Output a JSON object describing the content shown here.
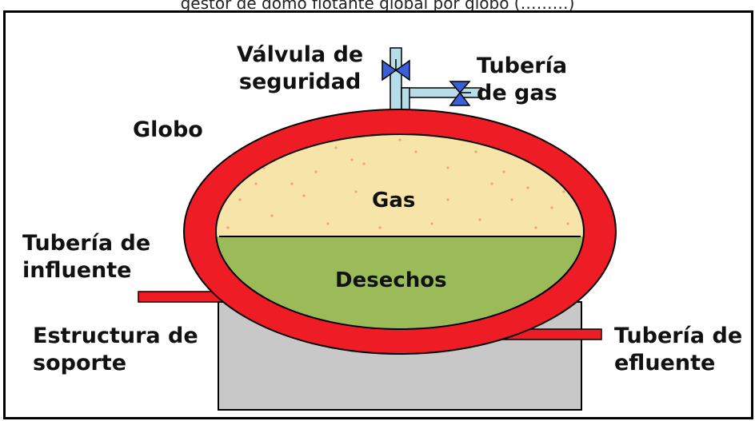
{
  "caption": "gestor de domo flotante global por globo (………)",
  "labels": {
    "valve": [
      "Válvula de",
      "seguridad"
    ],
    "gas_pipe": [
      "Tubería",
      "de gas"
    ],
    "balloon": "Globo",
    "gas": "Gas",
    "waste": "Desechos",
    "influent_pipe": [
      "Tubería de",
      "influente"
    ],
    "support": [
      "Estructura de",
      "soporte"
    ],
    "effluent_pipe": [
      "Tubería de",
      "efluente"
    ]
  },
  "colors": {
    "balloon_wall": "#ee1c24",
    "gas_fill": "#f7e4a8",
    "gas_dots": "#f2a27a",
    "waste_fill": "#9bbb59",
    "support": "#c8c8c8",
    "pipe": "#b7dde8",
    "valve": "#3a5fd8",
    "pipe_red": "#ee1c24"
  }
}
